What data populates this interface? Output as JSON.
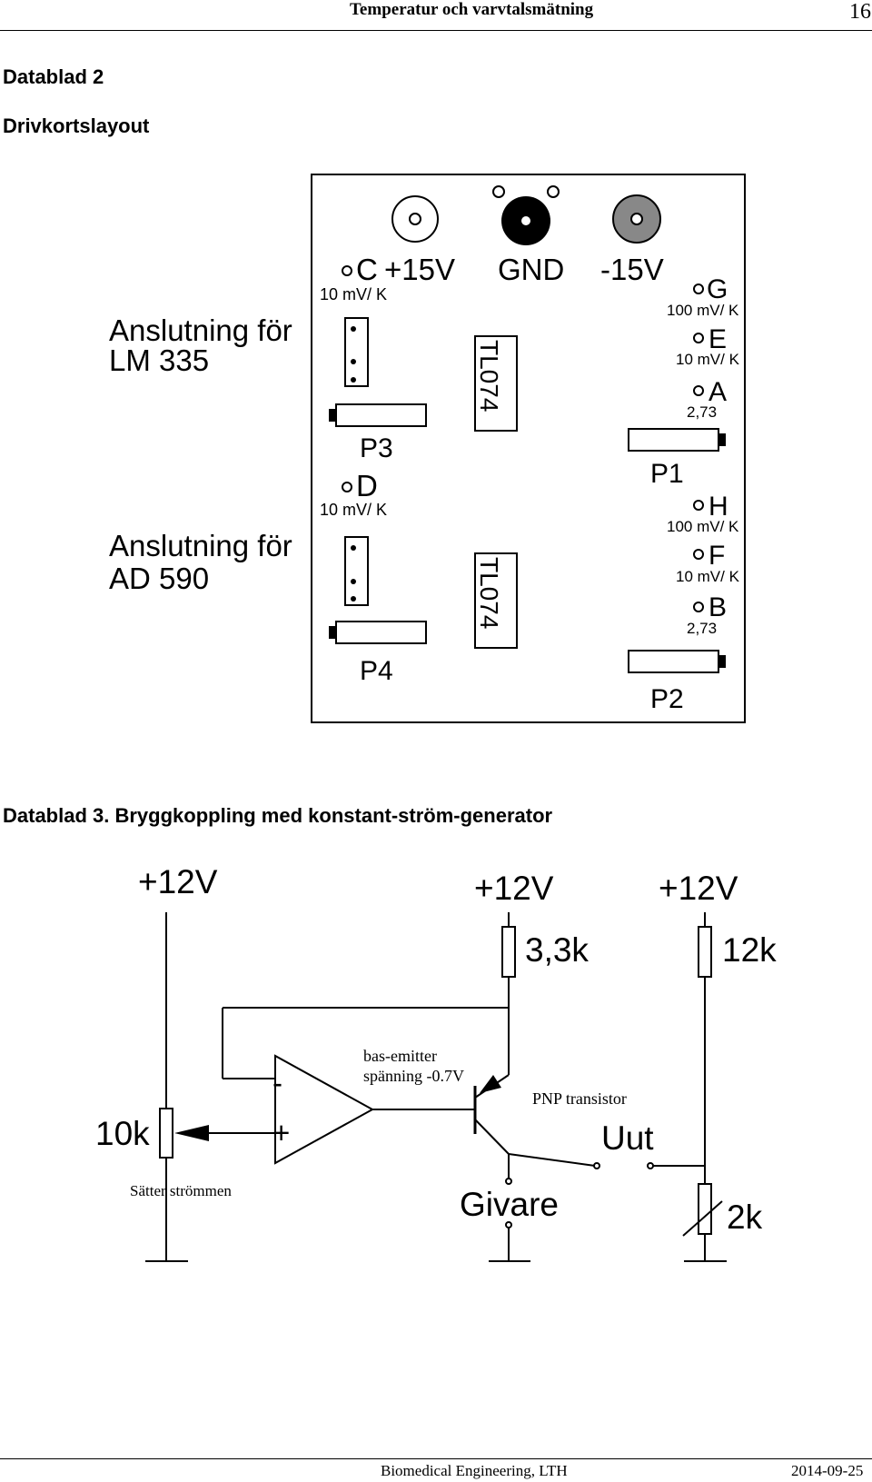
{
  "header": {
    "title": "Temperatur och varvtalsmätning",
    "page_number": "16"
  },
  "section1": {
    "title": "Datablad 2",
    "subtitle": "Drivkortslayout"
  },
  "board": {
    "label_lm335": [
      "Anslutning för",
      "LM 335"
    ],
    "label_ad590": [
      "Anslutning för",
      "AD 590"
    ],
    "top_left_pin": "C",
    "plus15": "+15V",
    "gnd": "GND",
    "minus15": "-15V",
    "scale_c": "10 mV/ K",
    "p3": "P3",
    "pin_d": "D",
    "scale_d": "10 mV/ K",
    "p4": "P4",
    "ic_top": "TL074",
    "ic_bottom": "TL074",
    "pin_g": "G",
    "scale_g": "100 mV/ K",
    "pin_e": "E",
    "scale_e": "10 mV/ K",
    "pin_a": "A",
    "val_a": "2,73",
    "p1": "P1",
    "pin_h": "H",
    "scale_h": "100 mV/ K",
    "pin_f": "F",
    "scale_f": "10 mV/ K",
    "pin_b": "B",
    "val_b": "2,73",
    "p2": "P2"
  },
  "section2": {
    "title": "Datablad 3. Bryggkoppling med konstant-ström-generator"
  },
  "circuit": {
    "supply1": "+12V",
    "supply2": "+12V",
    "supply3": "+12V",
    "r1": "3,3k",
    "r2": "12k",
    "pot": "10k",
    "pot_note": "Sätter strömmen",
    "opamp_minus": "-",
    "opamp_plus": "+",
    "vbe_note_line1": "bas-emitter",
    "vbe_note_line2": "spänning -0.7V",
    "transistor": "PNP transistor",
    "out": "Uut",
    "sensor": "Givare",
    "ntc": "2k"
  },
  "footer": {
    "left": "Biomedical Engineering, LTH",
    "right": "2014-09-25"
  }
}
